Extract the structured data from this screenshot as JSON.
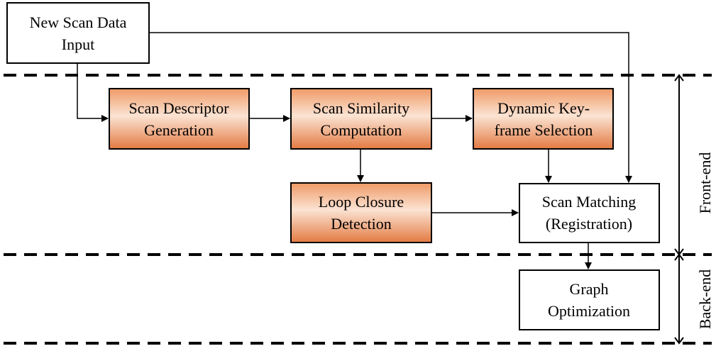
{
  "boxes": {
    "new_scan": {
      "line1": "New Scan Data",
      "line2": "Input"
    },
    "descriptor": {
      "line1": "Scan Descriptor",
      "line2": "Generation"
    },
    "similarity": {
      "line1": "Scan Similarity",
      "line2": "Computation"
    },
    "keyframe": {
      "line1": "Dynamic Key-",
      "line2": "frame Selection"
    },
    "loop": {
      "line1": "Loop Closure",
      "line2": "Detection"
    },
    "matching": {
      "line1": "Scan Matching",
      "line2": "(Registration)"
    },
    "graph": {
      "line1": "Graph",
      "line2": "Optimization"
    }
  },
  "sections": {
    "front_end": "Front-end",
    "back_end": "Back-end"
  },
  "colors": {
    "highlight_gradient_top": "#f0b48e",
    "highlight_gradient_mid": "#fbe6d8",
    "highlight_gradient_bottom": "#e4814b",
    "stroke": "#000000"
  }
}
